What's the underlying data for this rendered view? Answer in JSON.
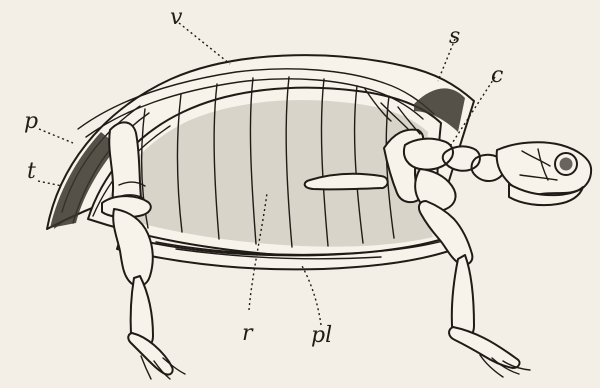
{
  "labels": {
    "v": "v",
    "s": "s",
    "c": "c",
    "p": "p",
    "t": "t",
    "r": "r",
    "pl": "pl"
  }
}
